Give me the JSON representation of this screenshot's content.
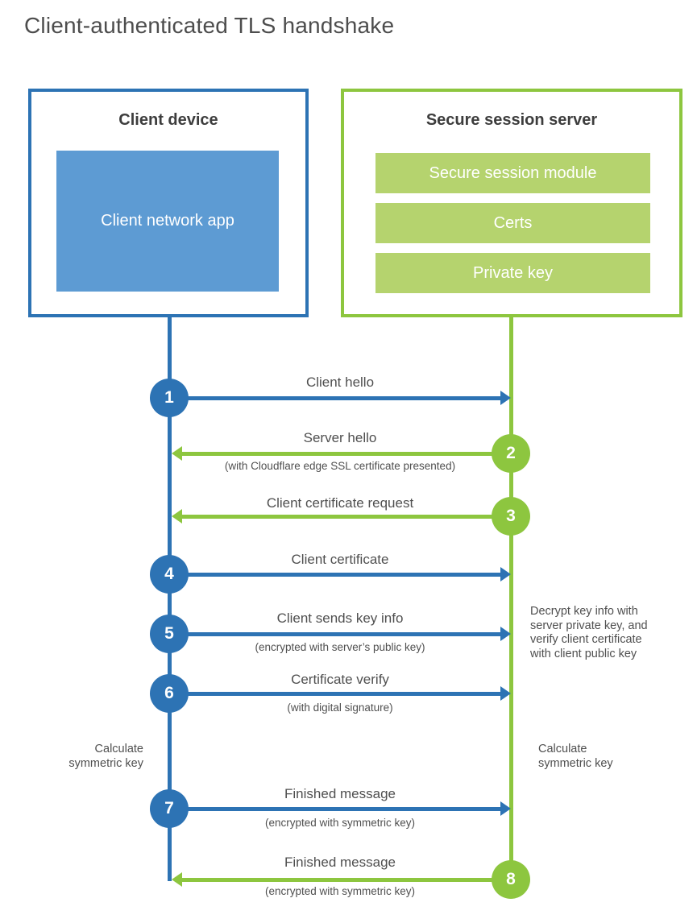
{
  "title": "Client-authenticated TLS handshake",
  "colors": {
    "blue": "#2d73b4",
    "blue_fill": "#5d9bd3",
    "green": "#8dc63f",
    "green_fill": "#b5d36e",
    "heading": "#3d3d3d",
    "text": "#4f4f4f"
  },
  "client": {
    "title": "Client device",
    "app_label": "Client network app"
  },
  "server": {
    "title": "Secure session server",
    "modules": [
      {
        "label": "Secure session module"
      },
      {
        "label": "Certs"
      },
      {
        "label": "Private key"
      }
    ]
  },
  "steps": [
    {
      "num": "1",
      "from": "client",
      "direction": "right",
      "label": "Client hello",
      "sub": ""
    },
    {
      "num": "2",
      "from": "server",
      "direction": "left",
      "label": "Server hello",
      "sub": "(with Cloudflare edge SSL certificate presented)"
    },
    {
      "num": "3",
      "from": "server",
      "direction": "left",
      "label": "Client certificate request",
      "sub": ""
    },
    {
      "num": "4",
      "from": "client",
      "direction": "right",
      "label": "Client certificate",
      "sub": ""
    },
    {
      "num": "5",
      "from": "client",
      "direction": "right",
      "label": "Client sends key info",
      "sub": "(encrypted with server’s public key)"
    },
    {
      "num": "6",
      "from": "client",
      "direction": "right",
      "label": "Certificate verify",
      "sub": "(with digital signature)"
    },
    {
      "num": "7",
      "from": "client",
      "direction": "right",
      "label": "Finished message",
      "sub": "(encrypted with symmetric key)"
    },
    {
      "num": "8",
      "from": "server",
      "direction": "left",
      "label": "Finished message",
      "sub": "(encrypted with symmetric key)"
    }
  ],
  "notes": {
    "server_side": "Decrypt key info with\nserver private key, and\nverify client certificate\nwith client public key",
    "client_calc": "Calculate\nsymmetric key",
    "server_calc": "Calculate\nsymmetric key"
  }
}
